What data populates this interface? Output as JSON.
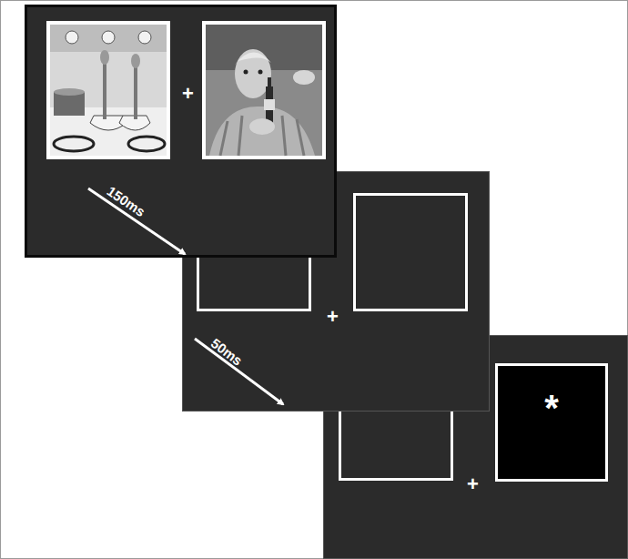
{
  "diagram": {
    "nodes": [
      {
        "text": [
          "+"
        ]
      },
      {
        "text": [
          "+"
        ]
      },
      {
        "text": [
          "+"
        ]
      },
      {
        "text": [
          "*"
        ],
        "in": 2
      }
    ],
    "labels": [
      "150ms",
      "50ms"
    ]
  }
}
